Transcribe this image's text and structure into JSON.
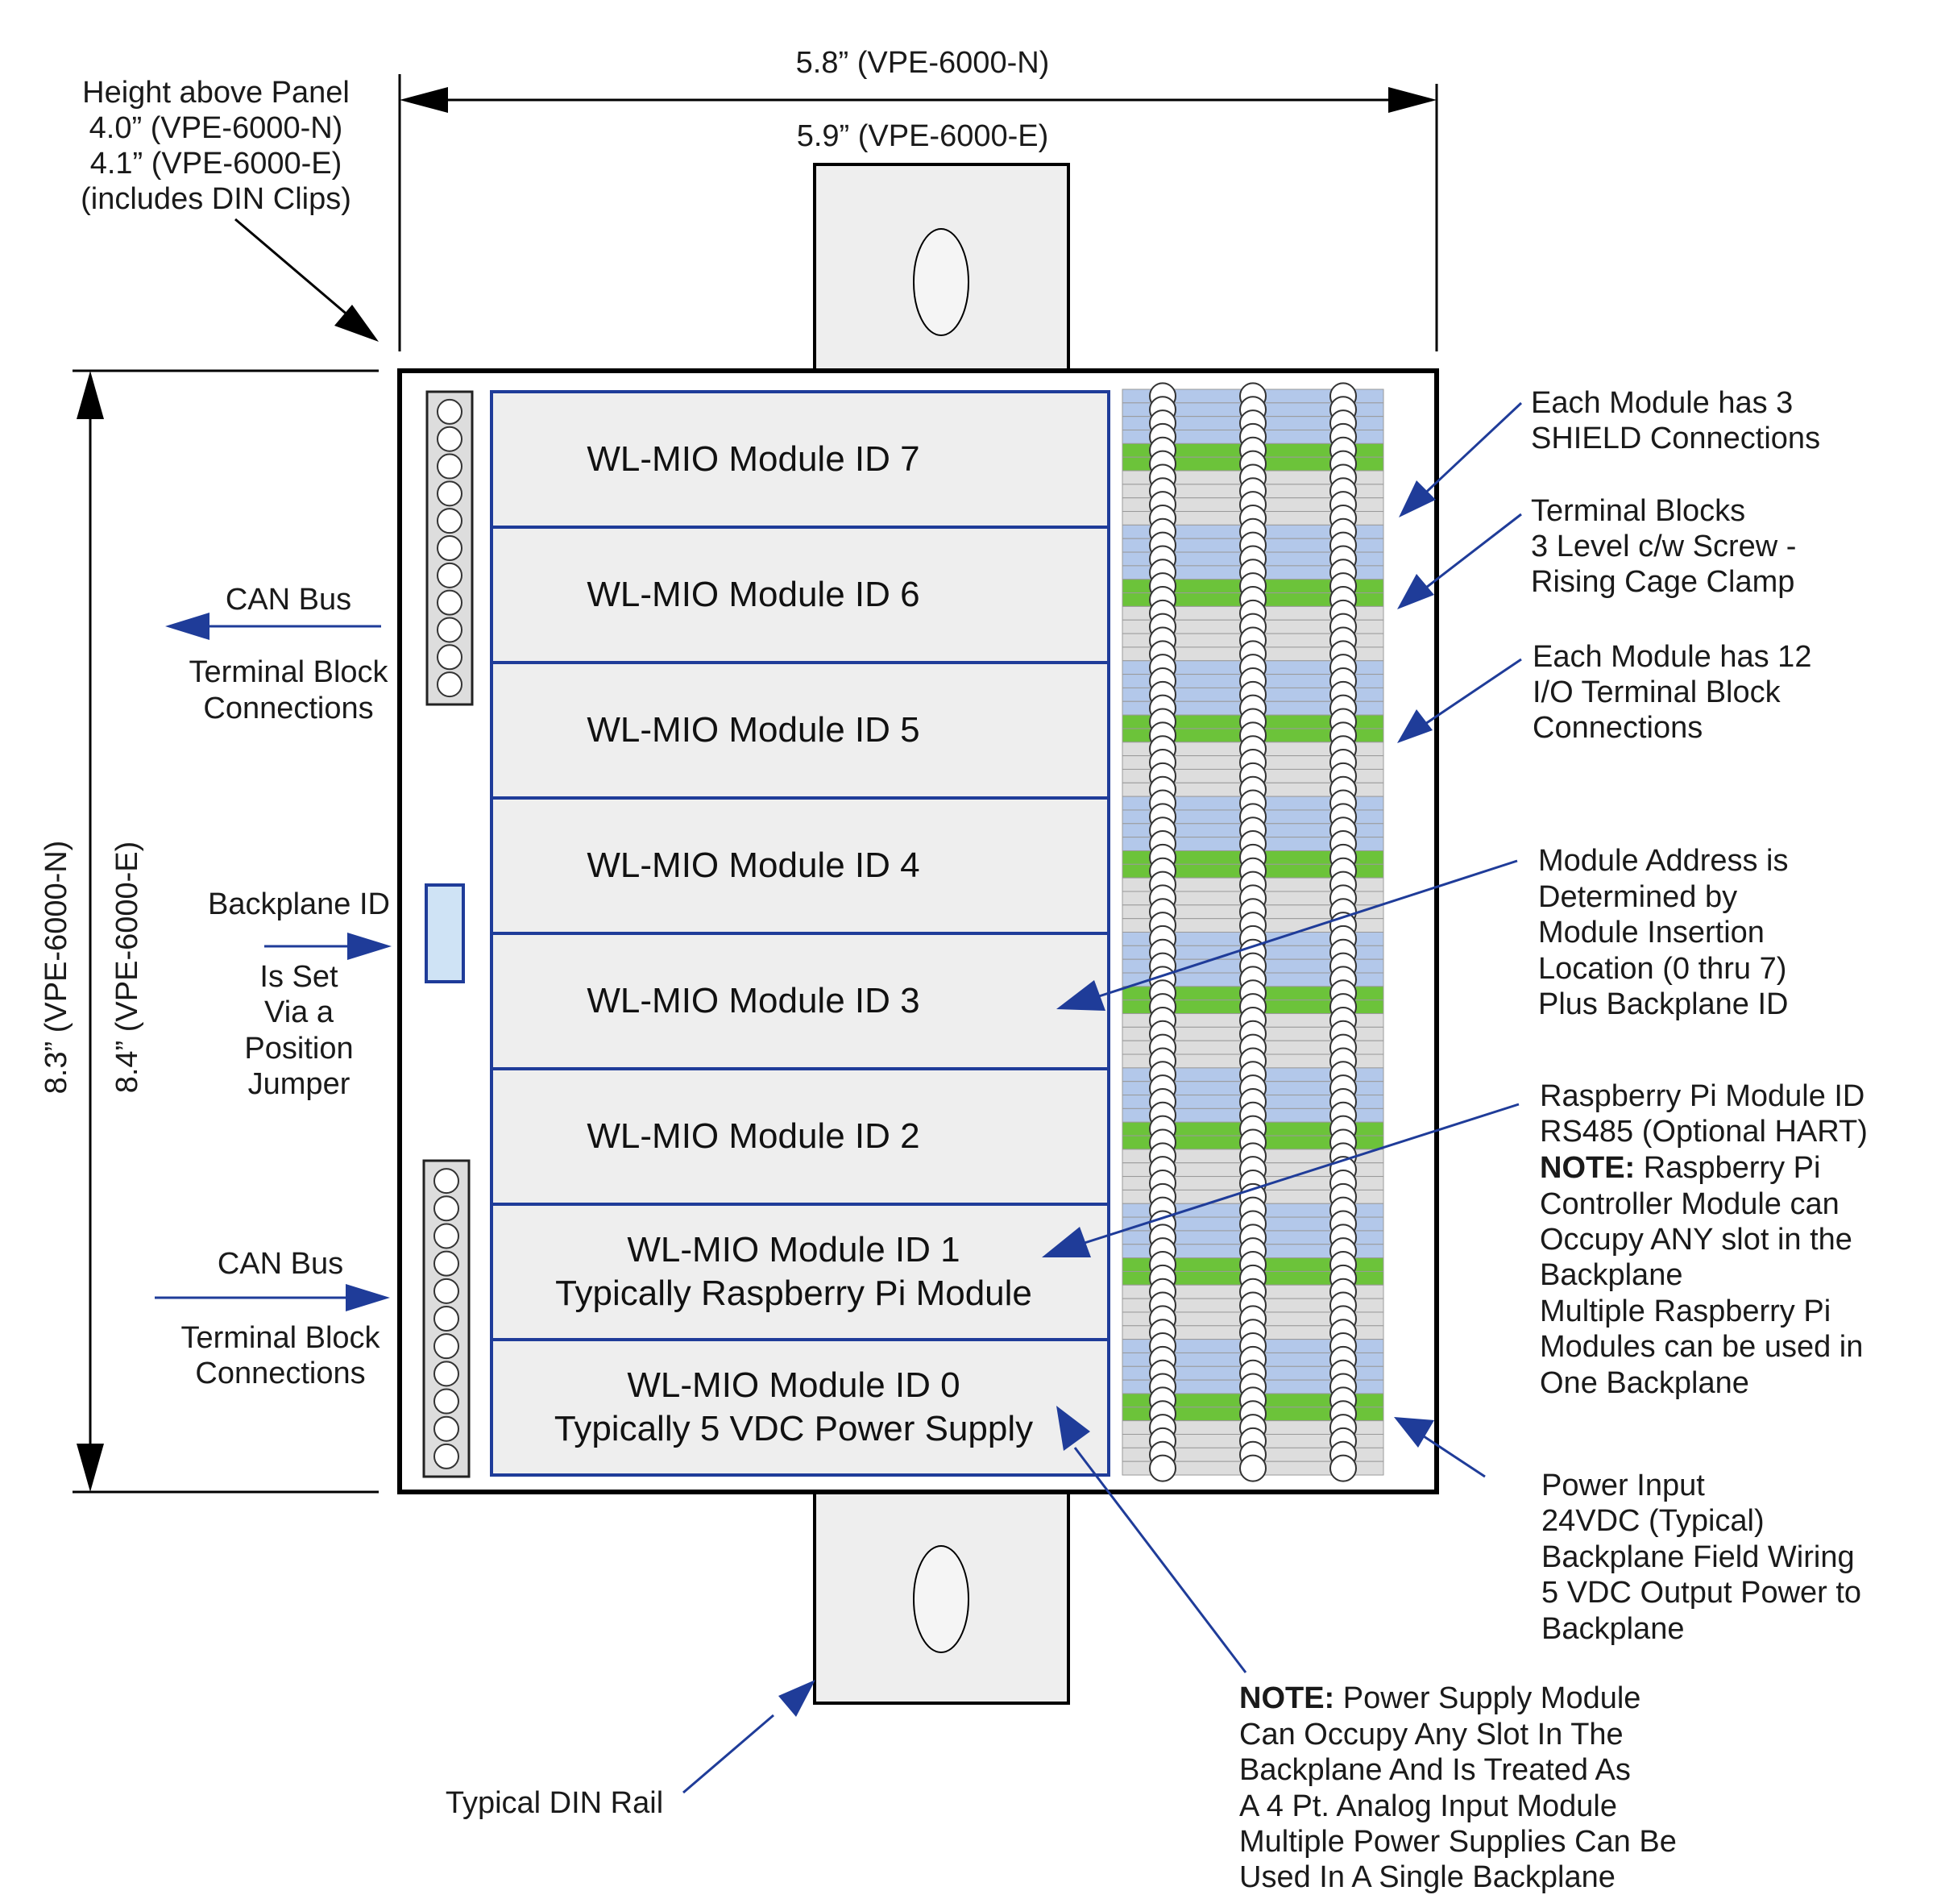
{
  "colors": {
    "arrow_blue": "#1f3c99",
    "module_border": "#1f3c99",
    "module_fill": "#eeeeee",
    "tb_blue": "#b3c8ea",
    "tb_green": "#6cc33a",
    "tb_gray": "#dddddd",
    "jumper_fill": "#cfe3f5"
  },
  "dimensions": {
    "width_n": "5.8” (VPE-6000-N)",
    "width_e": "5.9” (VPE-6000-E)",
    "height_n": "8.3” (VPE-6000-N)",
    "height_e": "8.4” (VPE-6000-E)",
    "panel_height": [
      "Height above Panel",
      "4.0” (VPE-6000-N)",
      "4.1” (VPE-6000-E)",
      "(includes DIN Clips)"
    ]
  },
  "modules": [
    {
      "id": "7",
      "lines": [
        "WL-MIO Module ID 7"
      ]
    },
    {
      "id": "6",
      "lines": [
        "WL-MIO Module ID 6"
      ]
    },
    {
      "id": "5",
      "lines": [
        "WL-MIO Module ID 5"
      ]
    },
    {
      "id": "4",
      "lines": [
        "WL-MIO Module ID 4"
      ]
    },
    {
      "id": "3",
      "lines": [
        "WL-MIO Module ID 3"
      ]
    },
    {
      "id": "2",
      "lines": [
        "WL-MIO Module ID 2"
      ]
    },
    {
      "id": "1",
      "lines": [
        "WL-MIO Module ID 1",
        "Typically Raspberry Pi Module"
      ]
    },
    {
      "id": "0",
      "lines": [
        "WL-MIO Module ID 0",
        "Typically 5 VDC Power Supply"
      ]
    }
  ],
  "terminal_pattern": [
    "blue",
    "blue",
    "blue",
    "blue",
    "green",
    "green",
    "gray",
    "gray",
    "gray",
    "gray"
  ],
  "left_labels": {
    "can_top": {
      "title": "CAN Bus",
      "lines": [
        "Terminal Block",
        "Connections"
      ]
    },
    "backplane": {
      "title": "Backplane ID",
      "lines": [
        "Is Set",
        "Via a",
        "Position",
        "Jumper"
      ]
    },
    "can_bottom": {
      "title": "CAN Bus",
      "lines": [
        "Terminal Block",
        "Connections"
      ]
    }
  },
  "callouts": {
    "shield": [
      "Each Module has 3",
      "SHIELD Connections"
    ],
    "terminal_blocks": [
      "Terminal Blocks",
      "3 Level c/w Screw -",
      "Rising Cage Clamp"
    ],
    "io": [
      "Each Module has 12",
      "I/O Terminal Block",
      "Connections"
    ],
    "address": [
      "Module Address is",
      "Determined by",
      "Module Insertion",
      "Location (0 thru 7)",
      "Plus Backplane ID"
    ],
    "rpi": {
      "line1": "Raspberry Pi Module ID",
      "line2": "RS485 (Optional HART)",
      "note_bold": "NOTE:",
      "note_rest": " Raspberry Pi",
      "lines": [
        "Controller Module can",
        "Occupy ANY slot in the",
        "Backplane",
        "Multiple Raspberry Pi",
        "Modules can be used in",
        "One Backplane"
      ]
    },
    "power_input": [
      "Power Input",
      "24VDC (Typical)",
      "Backplane Field Wiring",
      "5 VDC Output Power to",
      "Backplane"
    ],
    "power_note": {
      "bold": "NOTE:",
      "first_rest": " Power Supply Module",
      "lines": [
        "Can Occupy Any Slot In The",
        "Backplane And Is Treated As",
        "A 4 Pt. Analog Input Module",
        "Multiple Power Supplies Can Be",
        "Used In A Single Backplane"
      ]
    },
    "din_rail": "Typical DIN Rail"
  }
}
